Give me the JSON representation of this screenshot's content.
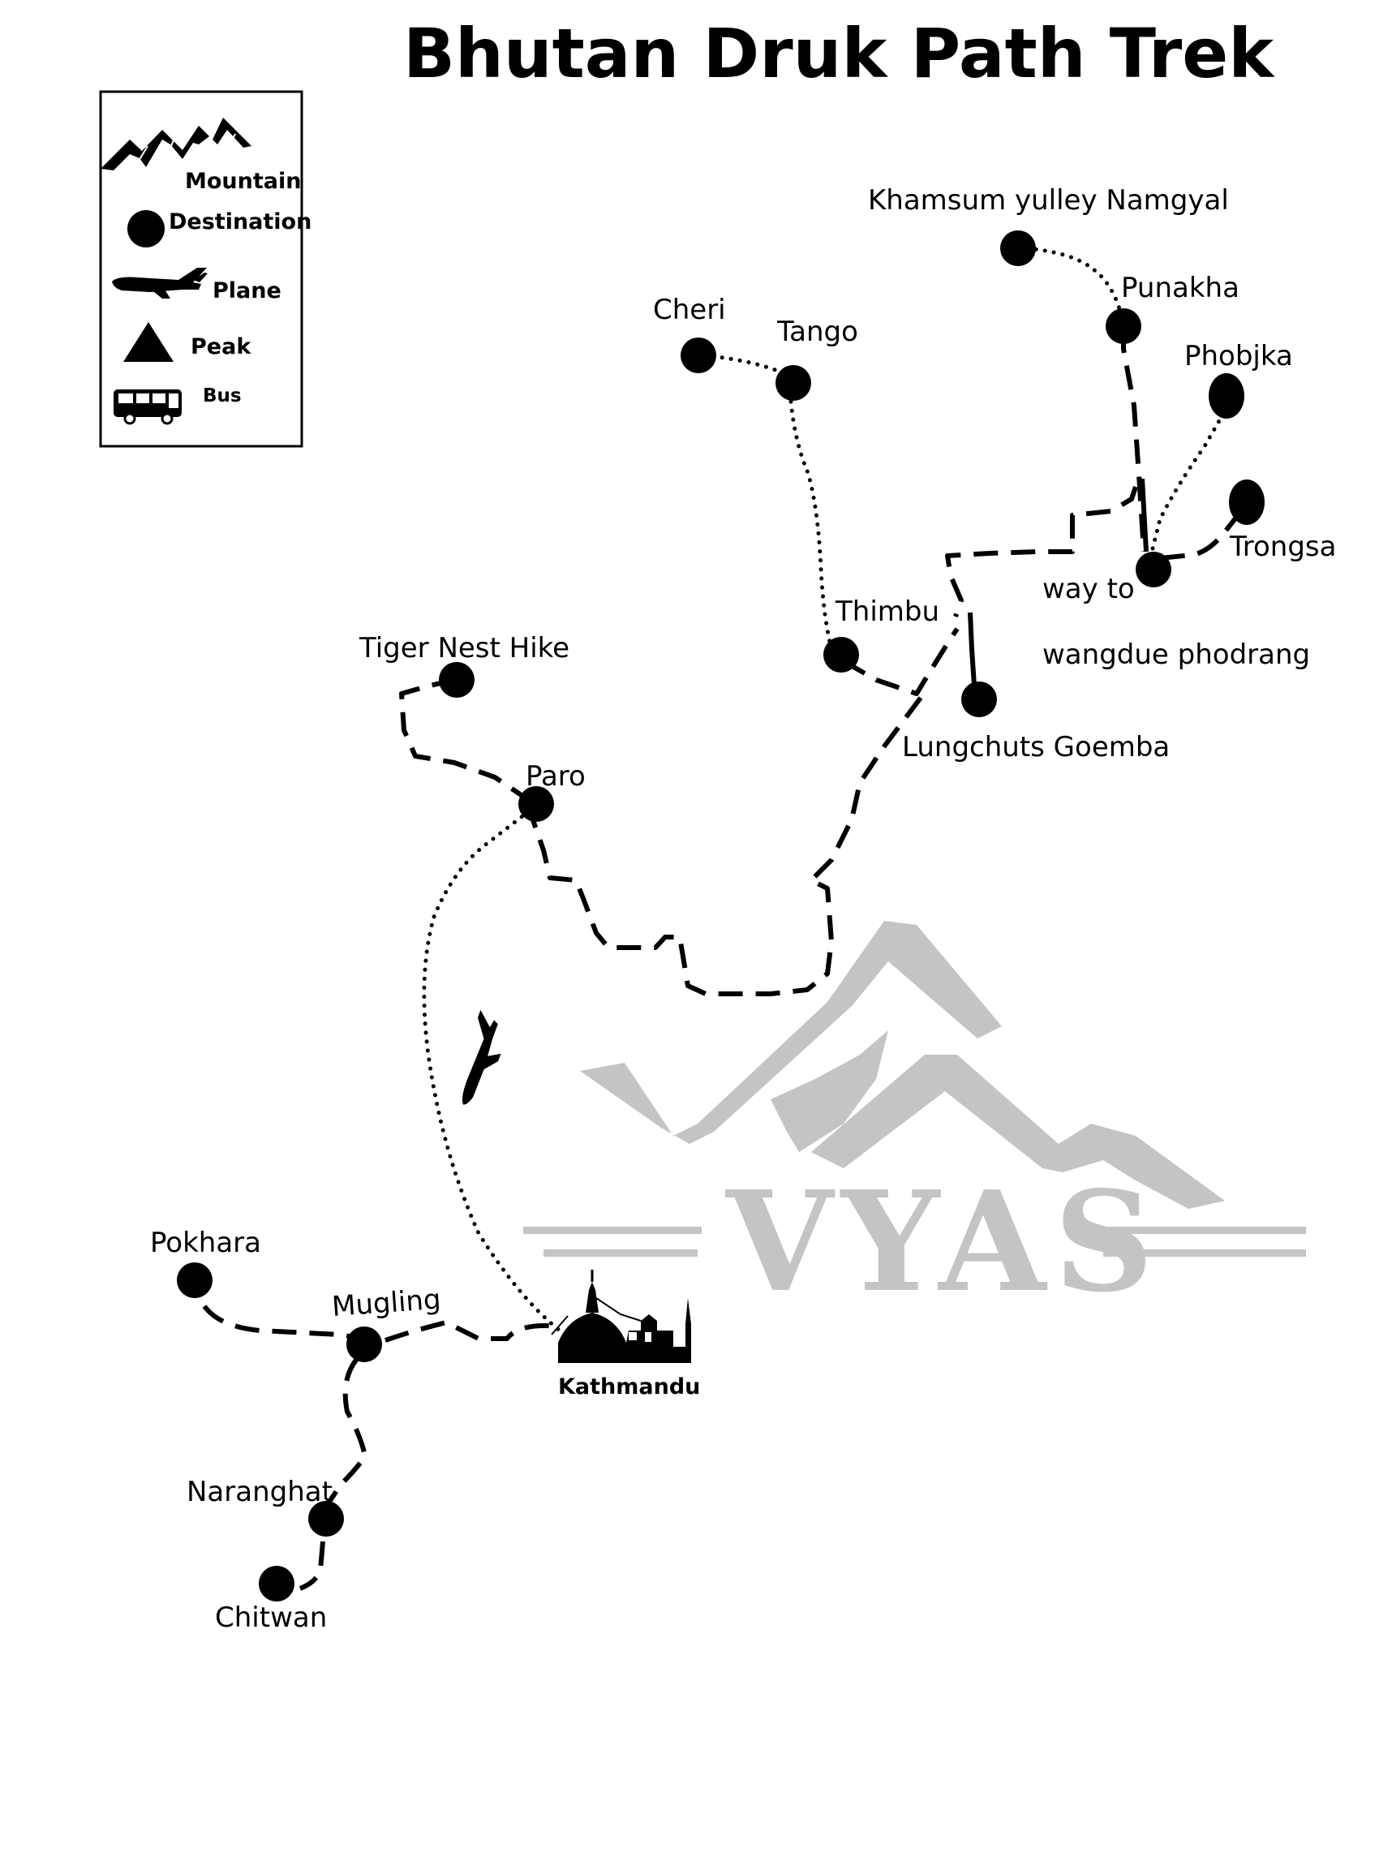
{
  "title": "Bhutan Druk Path Trek",
  "legend": {
    "mountain": "Mountain",
    "destination": "Destination",
    "plane": "Plane",
    "peak": "Peak",
    "bus": "Bus"
  },
  "places": {
    "khamsum": "Khamsum yulley Namgyal",
    "punakha": "Punakha",
    "phobjka": "Phobjka",
    "trongsa": "Trongsa",
    "way_to": "way to",
    "wangdue": "wangdue phodrang",
    "cheri": "Cheri",
    "tango": "Tango",
    "thimbu": "Thimbu",
    "lungchuts": "Lungchuts Goemba",
    "tiger_nest": "Tiger Nest Hike",
    "paro": "Paro",
    "pokhara": "Pokhara",
    "mugling": "Mugling",
    "kathmandu": "Kathmandu",
    "naranghat": "Naranghat",
    "chitwan": "Chitwan"
  },
  "watermark": {
    "text": "VYAS",
    "color": "#c4c4c4"
  },
  "colors": {
    "ink": "#000000",
    "background": "#ffffff"
  }
}
